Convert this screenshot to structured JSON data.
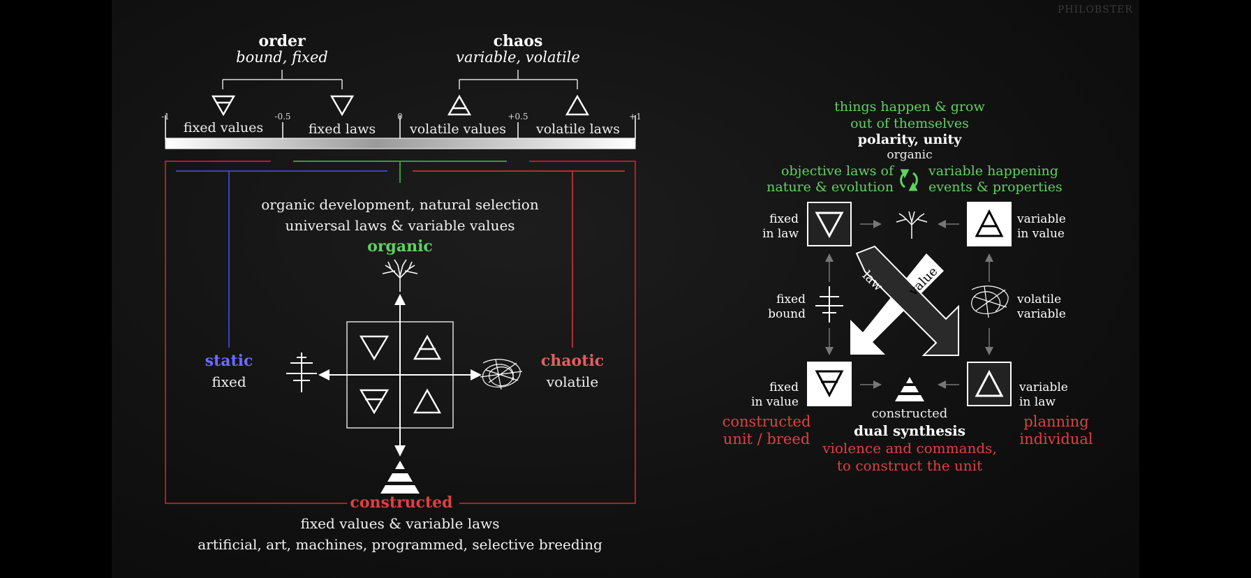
{
  "watermark": "PHILOBSTER",
  "left": {
    "order_title": "order",
    "order_sub": "bound, fixed",
    "chaos_title": "chaos",
    "chaos_sub": "variable, volatile",
    "scale_ticks": [
      "-1",
      "-0.5",
      "0",
      "+0.5",
      "+1"
    ],
    "scale_labels": [
      "fixed values",
      "fixed laws",
      "volatile values",
      "volatile laws"
    ],
    "organic_line1": "organic development, natural selection",
    "organic_line2": "universal laws & variable values",
    "organic": "organic",
    "static": "static",
    "fixed": "fixed",
    "chaotic": "chaotic",
    "volatile": "volatile",
    "constructed": "constructed",
    "constructed_line1": "fixed values & variable laws",
    "constructed_line2": "artificial, art, machines, programmed, selective breeding"
  },
  "right": {
    "top_green1": "things happen & grow",
    "top_green2": "out of themselves",
    "polarity": "polarity, unity",
    "organic": "organic",
    "obj_laws1": "objective laws of",
    "obj_laws2": "nature & evolution",
    "var_happen1": "variable happening",
    "var_happen2": "events & properties",
    "fixed_in_law1": "fixed",
    "fixed_in_law2": "in law",
    "variable_in_value1": "variable",
    "variable_in_value2": "in value",
    "fixed_bound1": "fixed",
    "fixed_bound2": "bound",
    "volatile_variable1": "volatile",
    "volatile_variable2": "variable",
    "law": "law",
    "value": "value",
    "fixed_in_value1": "fixed",
    "fixed_in_value2": "in value",
    "variable_in_law1": "variable",
    "variable_in_law2": "in law",
    "constructed": "constructed",
    "dual_synthesis": "dual synthesis",
    "constructed_unit1": "constructed",
    "constructed_unit2": "unit / breed",
    "planning1": "planning",
    "planning2": "individual",
    "violence1": "violence and commands,",
    "violence2": "to construct the unit"
  },
  "colors": {
    "green": "#5fd35f",
    "blue": "#6b6bff",
    "red": "#e04040",
    "frame_red": "#b02020"
  }
}
